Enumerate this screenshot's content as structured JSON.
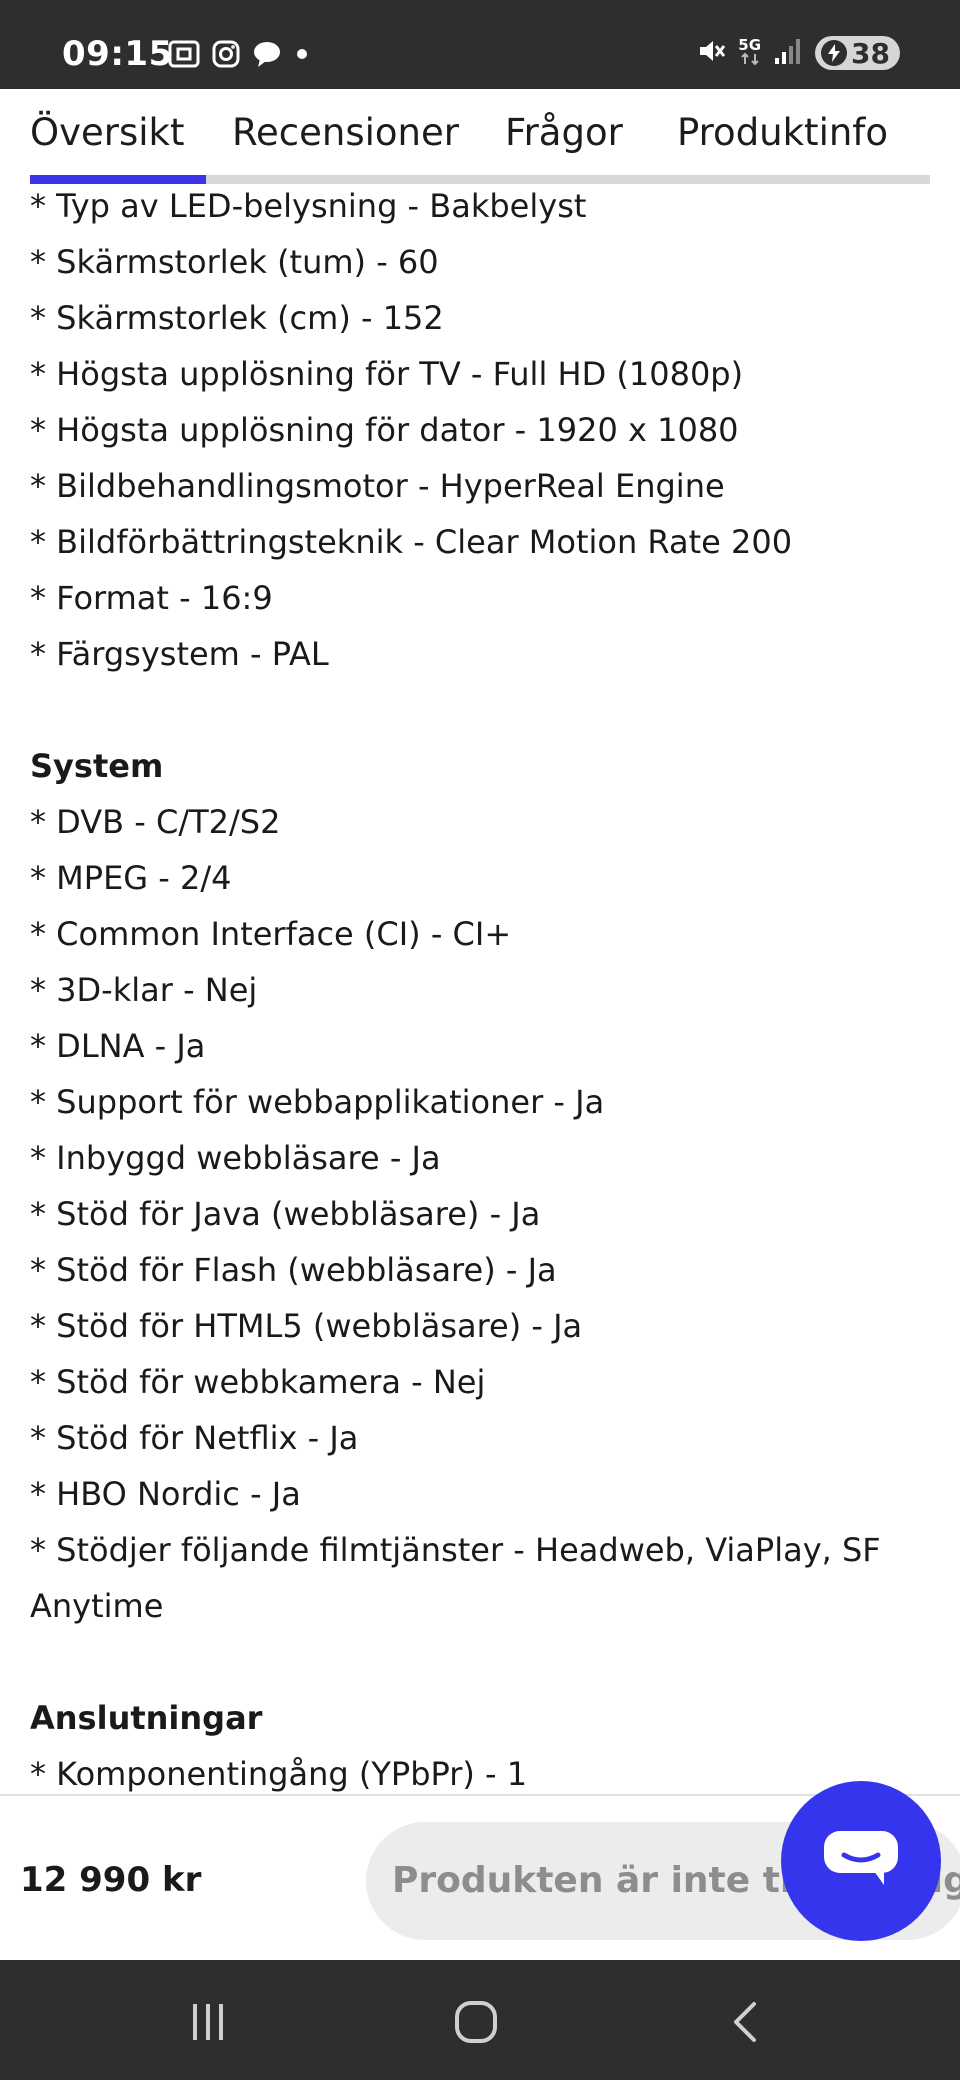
{
  "status_bar": {
    "time": "09:15",
    "network_label": "5G",
    "battery_level": "38",
    "icons": [
      "screenshot-icon",
      "instagram-icon",
      "chat-bubble-icon",
      "dot-icon",
      "mute-icon",
      "signal-icon",
      "battery-charging-icon"
    ]
  },
  "tabs": [
    {
      "label": "Översikt",
      "active": true
    },
    {
      "label": "Recensioner",
      "active": false
    },
    {
      "label": "Frågor",
      "active": false
    },
    {
      "label": "Produktinfo",
      "active": false
    }
  ],
  "specs": {
    "display_items": [
      "* Typ av LED-belysning - Bakbelyst",
      "* Skärmstorlek (tum) - 60",
      "* Skärmstorlek (cm) - 152",
      "* Högsta upplösning för TV - Full HD (1080p)",
      "* Högsta upplösning för dator - 1920 x 1080",
      "* Bildbehandlingsmotor - HyperReal Engine",
      "* Bildförbättringsteknik - Clear Motion Rate 200",
      "* Format - 16:9",
      "* Färgsystem - PAL"
    ],
    "system_heading": "System",
    "system_items": [
      "* DVB - C/T2/S2",
      "* MPEG - 2/4",
      "* Common Interface (CI) - CI+",
      "* 3D-klar - Nej",
      "* DLNA - Ja",
      "* Support för webbapplikationer - Ja",
      "* Inbyggd webbläsare - Ja",
      "* Stöd för Java (webbläsare) - Ja",
      "* Stöd för Flash (webbläsare) - Ja",
      "* Stöd för HTML5 (webbläsare) - Ja",
      "* Stöd för webbkamera - Nej",
      "* Stöd för Netflix - Ja",
      "* HBO Nordic - Ja",
      "* Stödjer följande filmtjänster - Headweb, ViaPlay, SF Anytime"
    ],
    "connections_heading": "Anslutningar",
    "connections_items": [
      "* Komponentingång (YPbPr) - 1"
    ]
  },
  "purchase": {
    "price": "12 990 kr",
    "availability_label": "Produkten är inte tillgänglig"
  },
  "colors": {
    "accent": "#3b35e8",
    "chat_button": "#3535ee",
    "system_bar": "#2e2e31"
  },
  "nav_bar": {
    "icons": [
      "recent-apps-icon",
      "home-icon",
      "back-icon"
    ]
  }
}
